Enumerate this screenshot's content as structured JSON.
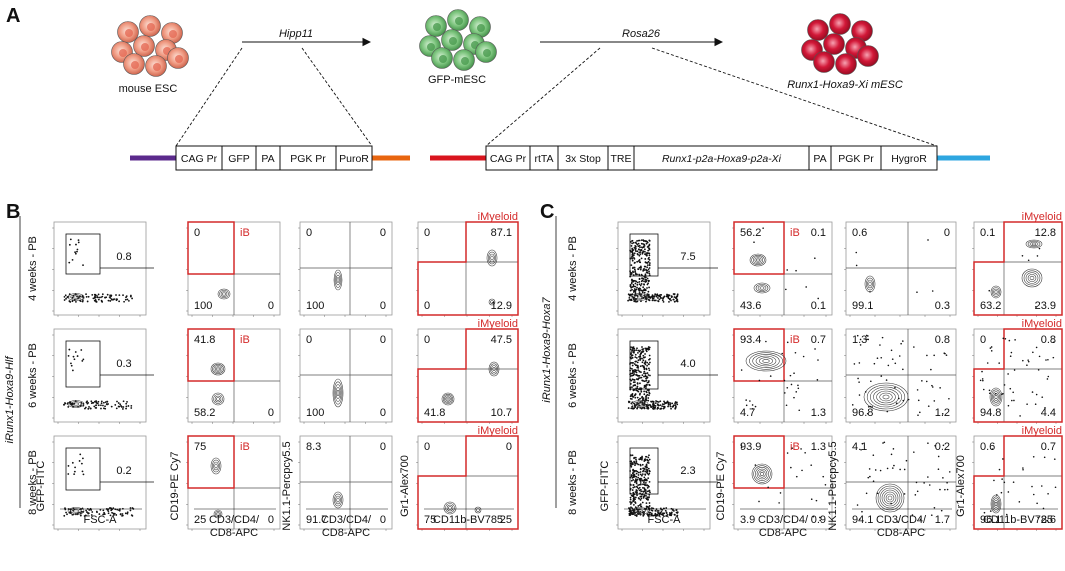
{
  "panel_a": {
    "letter": "A",
    "cells": {
      "esc": {
        "label": "mouse ESC",
        "color": "#e8826a"
      },
      "gfp": {
        "label": "GFP-mESC",
        "color": "#6ab56e"
      },
      "runx": {
        "label": "Runx1-Hoxa9-Xi mESC",
        "color": "#c8112e"
      }
    },
    "arrow1_label": "Hipp11",
    "arrow2_label": "Rosa26",
    "construct1": [
      "CAG Pr",
      "GFP",
      "PA",
      "PGK Pr",
      "PuroR"
    ],
    "construct2": [
      "CAG Pr",
      "rtTA",
      "3x Stop",
      "TRE",
      "Runx1-p2a-Hoxa9-p2a-Xi",
      "PA",
      "PGK Pr",
      "HygroR"
    ],
    "arm_colors": {
      "purple": "#5b2a8c",
      "orange": "#e8650f",
      "red": "#d9141e",
      "blue": "#2ea6e0"
    }
  },
  "panel_b": {
    "letter": "B",
    "genotype": "iRunx1-Hoxa9-Hlf",
    "rows": [
      {
        "time": "4 weeks - PB",
        "gate_pct": "0.8",
        "cd19": [
          "0",
          "",
          "100",
          "0"
        ],
        "nk": [
          "0",
          "0",
          "100",
          "0"
        ],
        "gr1": [
          "0",
          "87.1",
          "0",
          "12.9"
        ]
      },
      {
        "time": "6 weeks - PB",
        "gate_pct": "0.3",
        "cd19": [
          "41.8",
          "",
          "58.2",
          "0"
        ],
        "nk": [
          "0",
          "0",
          "100",
          "0"
        ],
        "gr1": [
          "0",
          "47.5",
          "41.8",
          "10.7"
        ]
      },
      {
        "time": "8 weeks - PB",
        "gate_pct": "0.2",
        "cd19": [
          "75",
          "",
          "25",
          "0"
        ],
        "nk": [
          "8.3",
          "0",
          "91.7",
          "0"
        ],
        "gr1": [
          "0",
          "0",
          "75",
          "25"
        ]
      }
    ]
  },
  "panel_c": {
    "letter": "C",
    "genotype": "iRunx1-Hoxa9-Hoxa7",
    "rows": [
      {
        "time": "4 weeks - PB",
        "gate_pct": "7.5",
        "cd19": [
          "56.2",
          "0.1",
          "43.6",
          "0.1"
        ],
        "nk": [
          "0.6",
          "0",
          "99.1",
          "0.3"
        ],
        "gr1": [
          "0.1",
          "12.8",
          "63.2",
          "23.9"
        ]
      },
      {
        "time": "6 weeks - PB",
        "gate_pct": "4.0",
        "cd19": [
          "93.4",
          "0.7",
          "4.7",
          "1.3"
        ],
        "nk": [
          "1.3",
          "0.8",
          "96.8",
          "1.2"
        ],
        "gr1": [
          "0",
          "0.8",
          "94.8",
          "4.4"
        ]
      },
      {
        "time": "8 weeks - PB",
        "gate_pct": "2.3",
        "cd19": [
          "93.9",
          "1.3",
          "3.9",
          "0.9"
        ],
        "nk": [
          "4.1",
          "0.2",
          "94.1",
          "1.7"
        ],
        "gr1": [
          "0.6",
          "0.7",
          "96.1",
          "2.6"
        ]
      }
    ]
  },
  "gates": {
    "ib": "iB",
    "imyeloid": "iMyeloid"
  },
  "axes": {
    "y_fitc": "GFP-FITC",
    "x_fsc": "FSC-A",
    "y_cd19": "CD19-PE Cy7",
    "x_cd3_l1": "CD3/CD4/",
    "x_cd3_l2": "CD8-APC",
    "y_nk": "NK1.1-Percpcy5.5",
    "y_gr1": "Gr1-Alex700",
    "x_cd11b": "CD11b-BV785"
  },
  "accent_red": "#d42a2a"
}
